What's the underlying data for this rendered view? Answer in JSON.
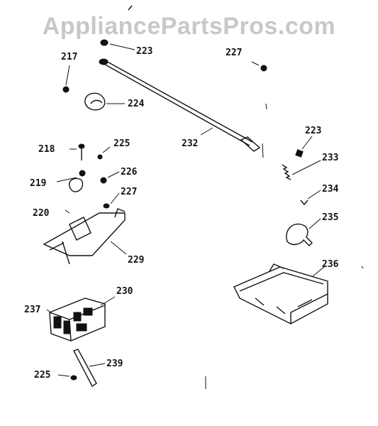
{
  "watermark": "AppliancePartsPros.com",
  "callouts": {
    "c217": "217",
    "c223a": "223",
    "c227a": "227",
    "c224": "224",
    "c232": "232",
    "c223b": "223",
    "c233": "233",
    "c234": "234",
    "c235": "235",
    "c218": "218",
    "c225a": "225",
    "c219": "219",
    "c226": "226",
    "c227b": "227",
    "c220": "220",
    "c229": "229",
    "c236": "236",
    "c237": "237",
    "c230": "230",
    "c225b": "225",
    "c239": "239"
  }
}
